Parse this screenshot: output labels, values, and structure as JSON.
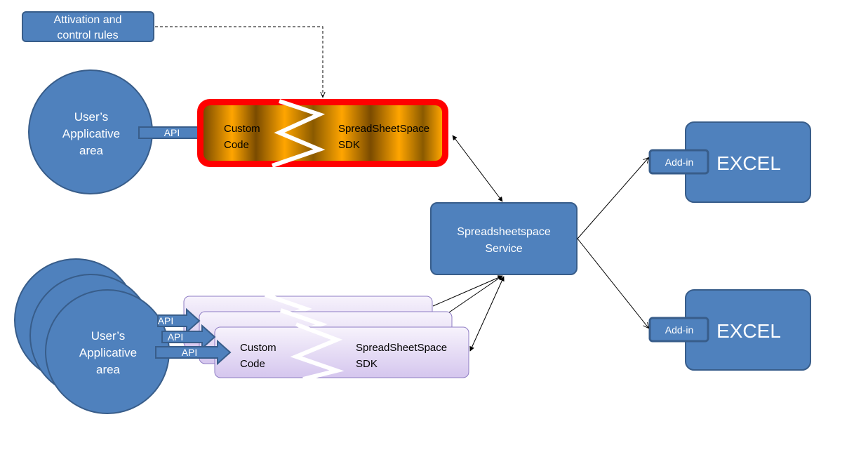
{
  "rules_box": {
    "line1": "Attivation and",
    "line2": "control rules"
  },
  "top_user_area": {
    "line1": "User’s",
    "line2": "Applicative",
    "line3": "area"
  },
  "top_api_label": "API",
  "top_component": {
    "custom_line1": "Custom",
    "custom_line2": "Code",
    "sdk_line1": "SpreadSheetSpace",
    "sdk_line2": "SDK"
  },
  "service": {
    "line1": "Spreadsheetspace",
    "line2": "Service"
  },
  "excel_top": {
    "addin_label": "Add-in",
    "label": "EXCEL"
  },
  "excel_bottom": {
    "addin_label": "Add-in",
    "label": "EXCEL"
  },
  "bottom_user_area": {
    "line1": "User’s",
    "line2": "Applicative",
    "line3": "area"
  },
  "bottom_api_labels": [
    "API",
    "API",
    "API"
  ],
  "bottom_component": {
    "custom_line1": "Custom",
    "custom_line2": "Code",
    "sdk_line1": "SpreadSheetSpace",
    "sdk_line2": "SDK"
  },
  "colors": {
    "blue_fill": "#4f81bd",
    "blue_stroke": "#385d8a",
    "red_border": "#ff0000",
    "gold": "#ffa500",
    "gold_dark": "#8a5a00",
    "purple_light": "#f4f0fa",
    "purple_mid": "#d9cdef",
    "purple_stroke": "#8e7cc3"
  }
}
